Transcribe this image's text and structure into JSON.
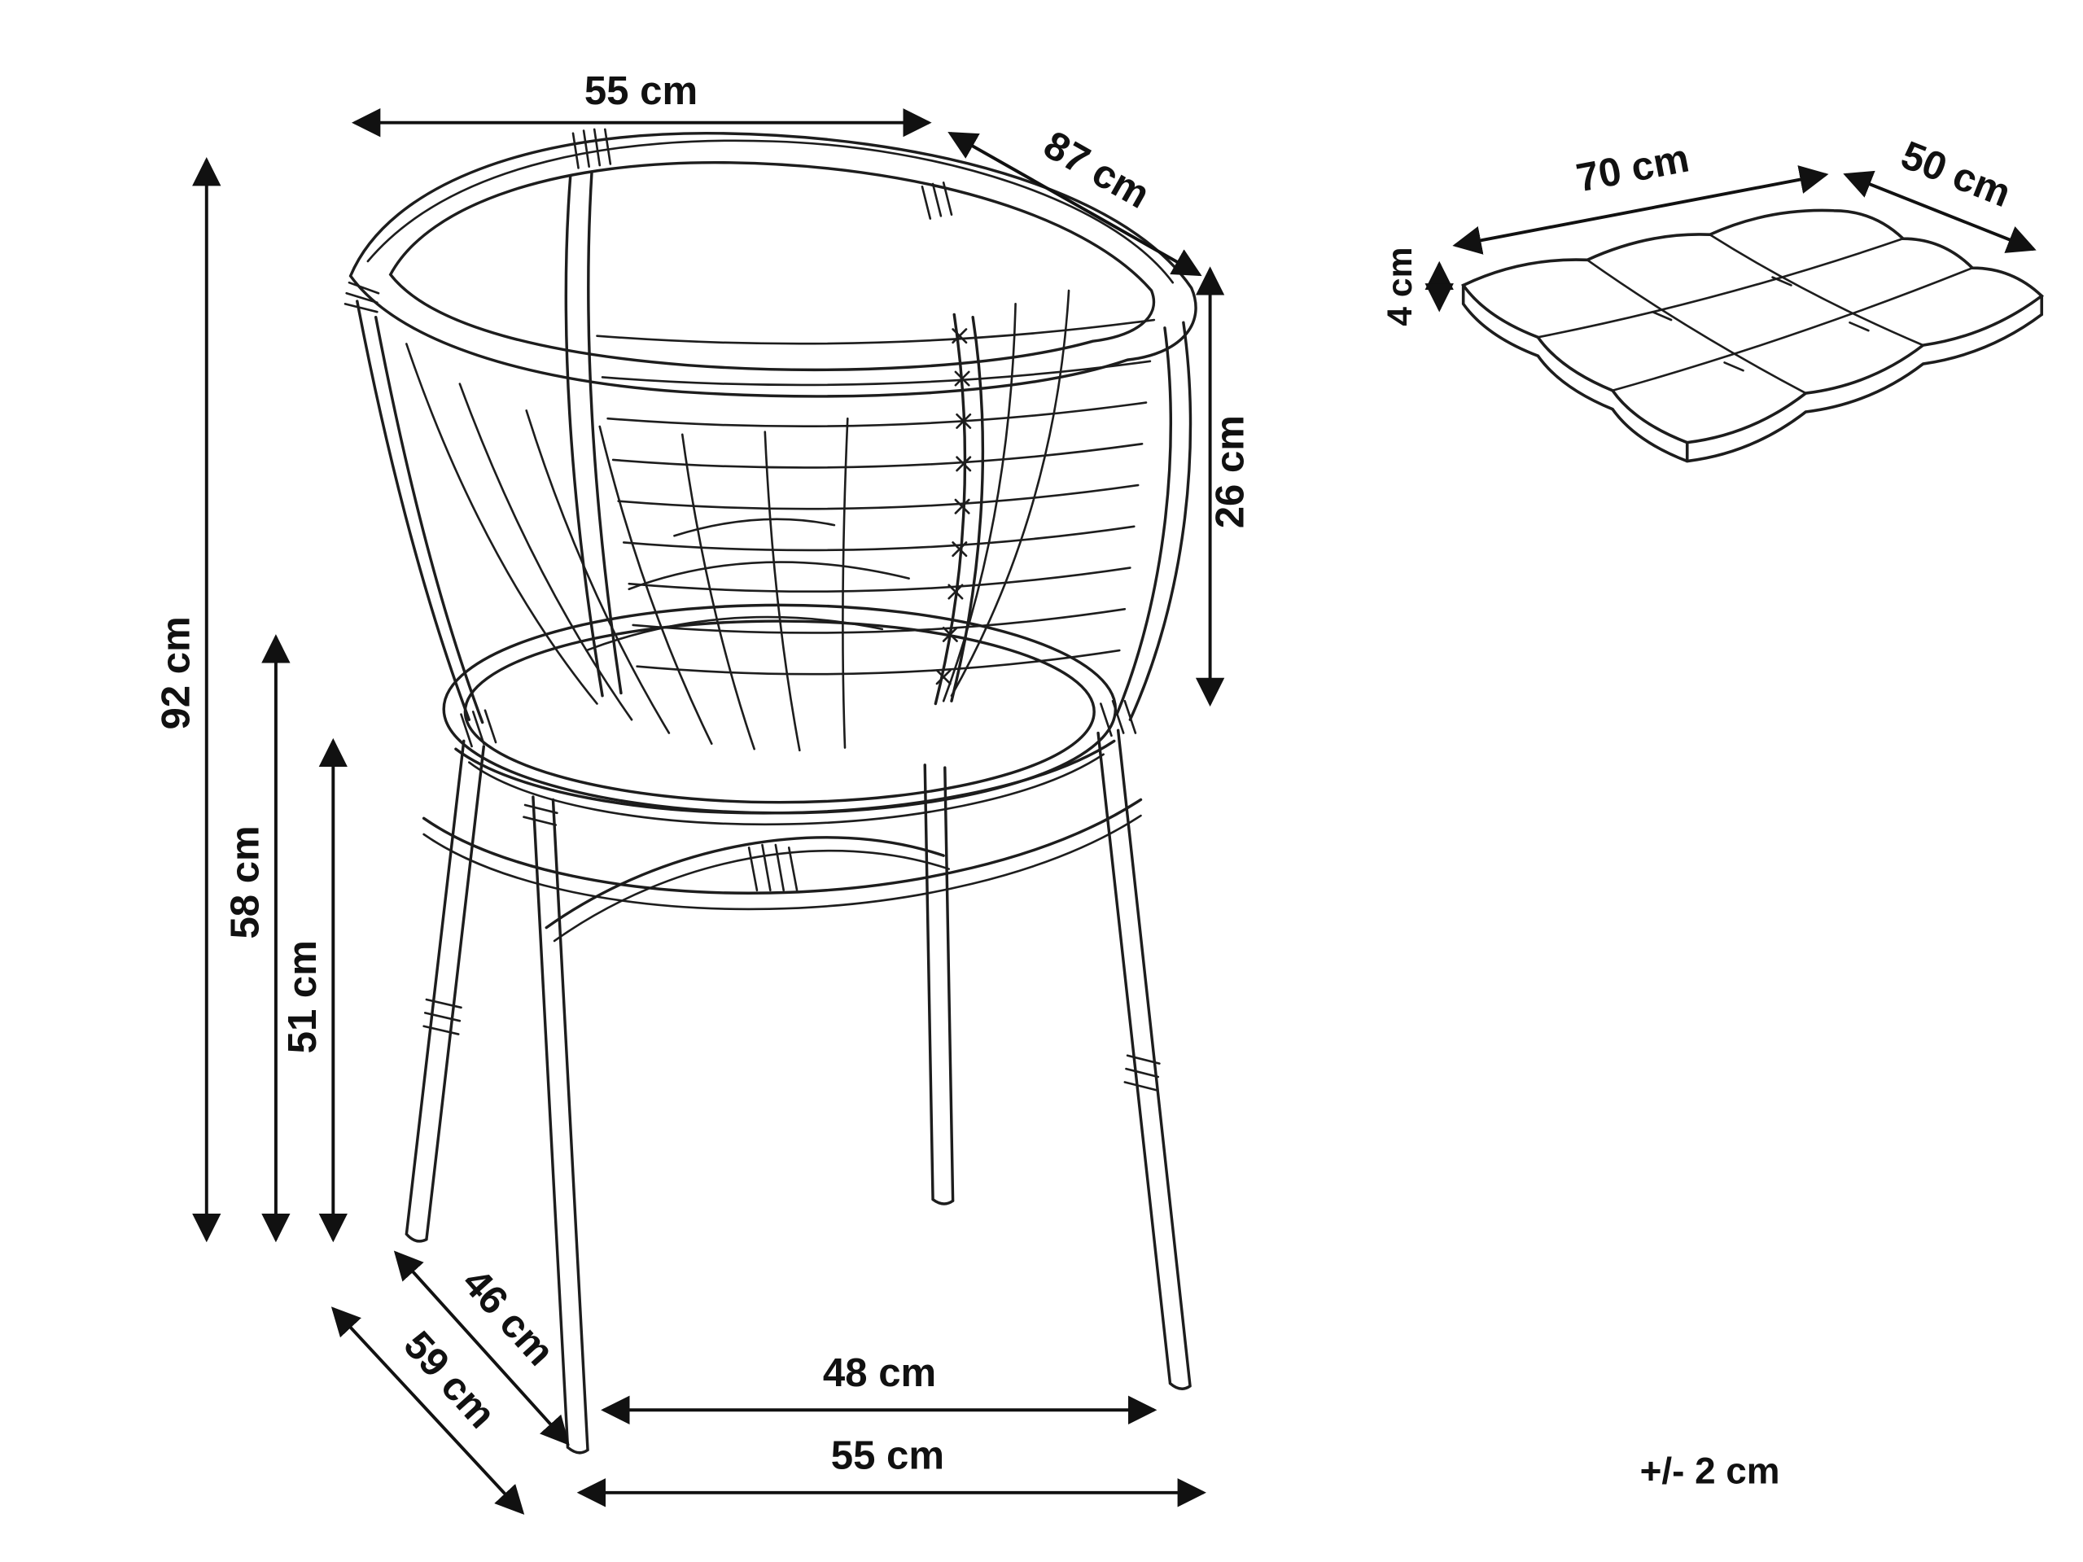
{
  "dimensions": {
    "top_width": "55 cm",
    "overall_depth": "87 cm",
    "overall_height": "92 cm",
    "armrest_height": "58 cm",
    "seat_height": "51 cm",
    "backrest_height": "26 cm",
    "inner_depth": "46 cm",
    "base_depth": "59 cm",
    "inner_width": "48 cm",
    "base_width": "55 cm"
  },
  "cushion": {
    "width": "70 cm",
    "depth": "50 cm",
    "thickness": "4 cm"
  },
  "note": {
    "tolerance": "+/- 2 cm"
  },
  "colors": {
    "line": "#1d1d1d",
    "dimension": "#111111",
    "background": "#ffffff"
  }
}
